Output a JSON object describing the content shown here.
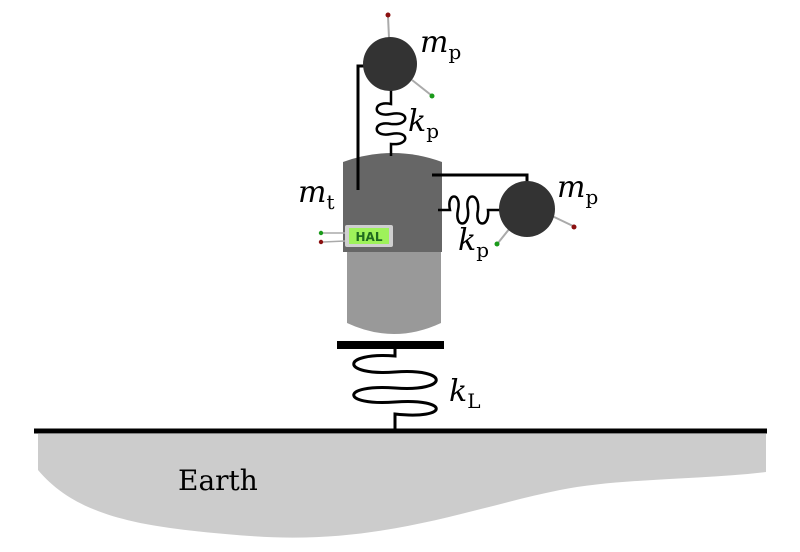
{
  "labels": {
    "mass_pendulum_top": {
      "main": "m",
      "sub": "p"
    },
    "mass_pendulum_right": {
      "main": "m",
      "sub": "p"
    },
    "spring_pendulum_top": {
      "main": "k",
      "sub": "p"
    },
    "spring_pendulum_right": {
      "main": "k",
      "sub": "p"
    },
    "mass_test": {
      "main": "m",
      "sub": "t"
    },
    "spring_load": {
      "main": "k",
      "sub": "L"
    },
    "hal": "HAL",
    "earth": "Earth"
  },
  "colors": {
    "pendulum_mass": "#333333",
    "test_body_top": "#666666",
    "test_body_bottom": "#999999",
    "earth_fill": "#cccccc",
    "hal_fill": "#9ef25a",
    "hal_border": "#cfcfcf",
    "dot_green": "#1a9a1a",
    "dot_red": "#8b1010",
    "rod_gray": "#aaaaaa"
  }
}
